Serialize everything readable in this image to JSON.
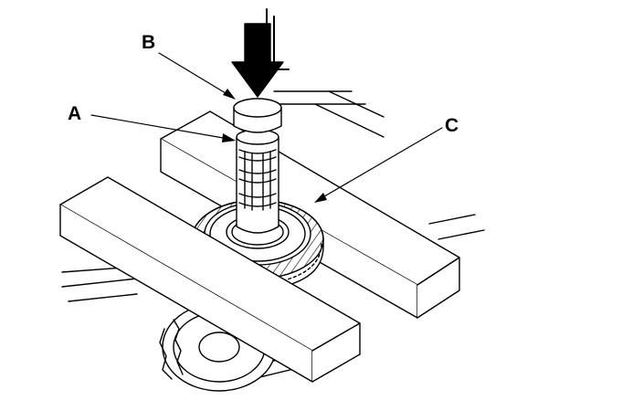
{
  "figure": {
    "callouts": {
      "a": "A",
      "b": "B",
      "c": "C"
    },
    "colors": {
      "ink": "#000000",
      "paper": "#ffffff"
    },
    "parts": {
      "press_tool": "press-attachment",
      "shaft": "countershaft",
      "gear": "helical-gear",
      "support_blocks": "press-support-blocks",
      "press_direction": "down-arrow-icon"
    }
  }
}
